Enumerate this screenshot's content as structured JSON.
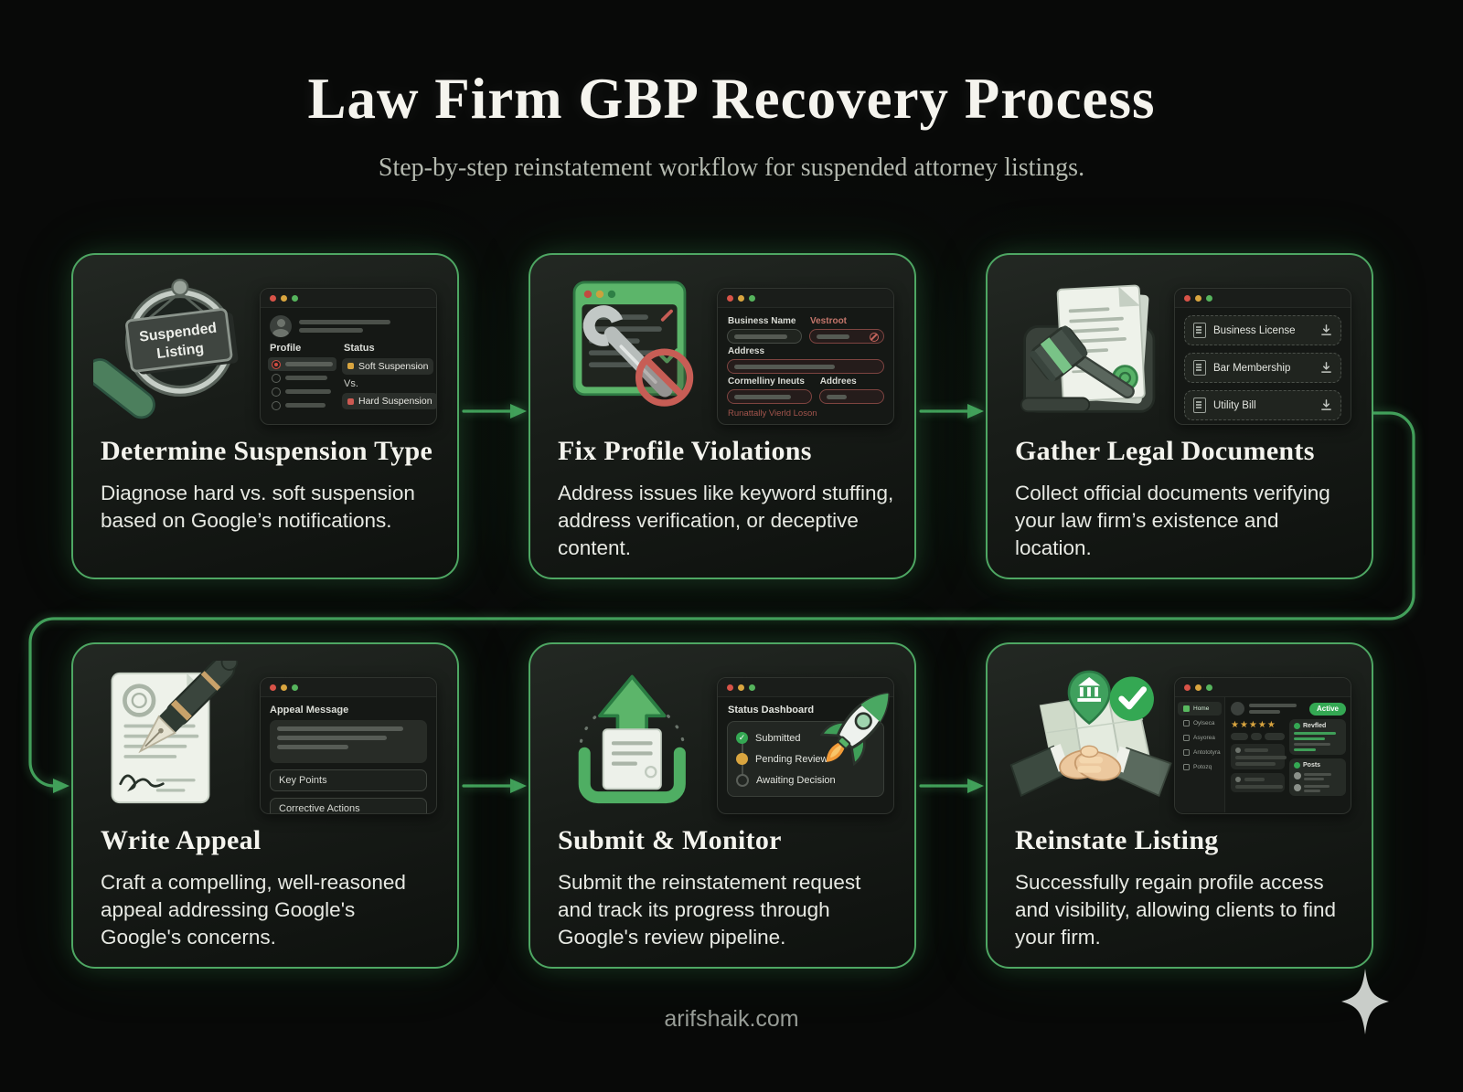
{
  "header": {
    "title": "Law Firm GBP Recovery Process",
    "subtitle": "Step-by-step reinstatement workflow for suspended attorney listings."
  },
  "footer": {
    "site": "arifshaik.com"
  },
  "colors": {
    "background": "#080908",
    "card_border_green": "#4ea763",
    "accent_green": "#34a853",
    "danger_red": "#cd5a52",
    "warning_yellow": "#d9a53f",
    "title_white": "#f5f4ee"
  },
  "steps": [
    {
      "title": "Determine Suspension Type",
      "description": "Diagnose hard vs. soft suspension based on Google’s notifications.",
      "badge_line1": "Suspended",
      "badge_line2": "Listing",
      "window": {
        "profile_label": "Profile",
        "status_label": "Status",
        "soft_label": "Soft Suspension",
        "vs_label": "Vs.",
        "hard_label": "Hard Suspension"
      }
    },
    {
      "title": "Fix Profile Violations",
      "description": "Address issues like keyword stuffing, address verification, or deceptive content.",
      "window": {
        "field1": "Business Name",
        "field2": "Vestroot",
        "field3": "Address",
        "field4": "Cormelliny Ineuts",
        "field5": "Addrees",
        "error_text": "Runattally Vierld Loson"
      }
    },
    {
      "title": "Gather Legal Documents",
      "description": "Collect official documents verifying your law firm’s existence and location.",
      "window": {
        "docs": [
          "Business License",
          "Bar Membership",
          "Utility Bill"
        ]
      }
    },
    {
      "title": "Write Appeal",
      "description": "Craft a compelling, well-reasoned appeal addressing Google's Google's concerns.",
      "window": {
        "message_label": "Appeal Message",
        "key_points_label": "Key Points",
        "corrective_label": "Corrective Actions"
      }
    },
    {
      "title": "Submit & Monitor",
      "description": "Submit the reinstatement request and track its progress through Google's review pipeline.",
      "window": {
        "dashboard_label": "Status Dashboard",
        "statuses": [
          "Submitted",
          "Pending Review",
          "Awaiting Decision"
        ],
        "check_glyph": "✓"
      }
    },
    {
      "title": "Reinstate Listing",
      "description": "Successfully regain profile access and visibility, allowing clients to find your firm.",
      "window": {
        "sidebar": [
          "Home",
          "Oylseca",
          "Asyorea",
          "Antototyra",
          "Potozq"
        ],
        "active_badge": "Active",
        "stars": "★★★★★",
        "panel1_label": "Revfled",
        "panel2_label": "Posts"
      }
    }
  ]
}
